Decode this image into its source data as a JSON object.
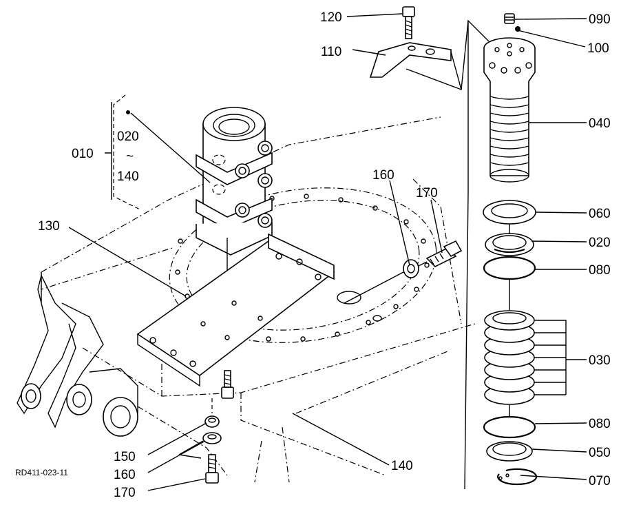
{
  "drawing_code": "RD411-023-11",
  "labels": {
    "p010": "010",
    "p020_range_start": "020",
    "p_range_tilde": "~",
    "p140_range_end": "140",
    "p020": "020",
    "p030": "030",
    "p040": "040",
    "p050": "050",
    "p060": "060",
    "p070": "070",
    "p080a": "080",
    "p080b": "080",
    "p090": "090",
    "p100": "100",
    "p110": "110",
    "p120": "120",
    "p130": "130",
    "p140": "140",
    "p150": "150",
    "p160a": "160",
    "p160b": "160",
    "p170a": "170",
    "p170b": "170"
  }
}
